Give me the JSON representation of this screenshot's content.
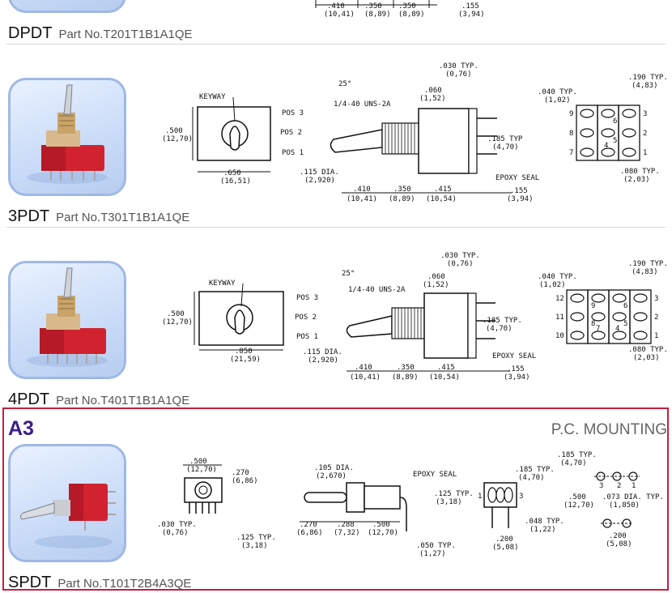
{
  "top_fragment": {
    "dims": [
      ".410",
      "(10,41)",
      ".350",
      "(8,89)",
      ".350",
      "(8,89)",
      ".155",
      "(3,94)"
    ]
  },
  "sections": [
    {
      "model": "DPDT",
      "part_no": "Part No.T201T1B1A1QE"
    },
    {
      "model": "3PDT",
      "part_no": "Part No.T301T1B1A1QE",
      "labels": {
        "keyway": "KEYWAY",
        "angle": "25°",
        "pos3": "POS 3",
        "pos2": "POS 2",
        "pos1": "POS 1",
        "thread": "1/4-40 UNS-2A",
        "epoxy": "EPOXY SEAL",
        "h": ".500",
        "h_mm": "(12,70)",
        "w": ".650",
        "w_mm": "(16,51)",
        "dia": ".115 DIA.",
        "dia_mm": "(2,920)",
        "d410": ".410",
        "d410_mm": "(10,41)",
        "d350": ".350",
        "d350_mm": "(8,89)",
        "d415": ".415",
        "d415_mm": "(10,54)",
        "d155": ".155",
        "d155_mm": "(3,94)",
        "d030": ".030 TYP.",
        "d030_mm": "(0,76)",
        "d060": ".060",
        "d060_mm": "(1,52)",
        "d185": ".185 TYP",
        "d185_mm": "(4,70)",
        "d040": ".040 TYP.",
        "d040_mm": "(1,02)",
        "d190": ".190 TYP.",
        "d190_mm": "(4,83)",
        "d080": ".080 TYP.",
        "d080_mm": "(2,03)",
        "pins_left": [
          "9",
          "8",
          "7"
        ],
        "pins_right": [
          "3",
          "2",
          "1"
        ],
        "pins_mid": [
          "6",
          "5",
          "4"
        ]
      }
    },
    {
      "model": "4PDT",
      "part_no": "Part No.T401T1B1A1QE",
      "labels": {
        "keyway": "KEYWAY",
        "angle": "25°",
        "pos3": "POS 3",
        "pos2": "POS 2",
        "pos1": "POS 1",
        "thread": "1/4-40 UNS-2A",
        "epoxy": "EPOXY SEAL",
        "h": ".500",
        "h_mm": "(12,70)",
        "w": ".850",
        "w_mm": "(21,59)",
        "dia": ".115 DIA.",
        "dia_mm": "(2,920)",
        "d410": ".410",
        "d410_mm": "(10,41)",
        "d350": ".350",
        "d350_mm": "(8,89)",
        "d415": ".415",
        "d415_mm": "(10,54)",
        "d155": ".155",
        "d155_mm": "(3,94)",
        "d030": ".030 TYP.",
        "d030_mm": "(0,76)",
        "d060": ".060",
        "d060_mm": "(1,52)",
        "d185": ".185 TYP.",
        "d185_mm": "(4,70)",
        "d040": ".040 TYP.",
        "d040_mm": "(1,02)",
        "d190": ".190 TYP.",
        "d190_mm": "(4,83)",
        "d080": ".080 TYP.",
        "d080_mm": "(2,03)",
        "pins_left": [
          "12",
          "11",
          "10"
        ],
        "pins_right": [
          "3",
          "2",
          "1"
        ],
        "pins_mid": [
          "9",
          "8",
          "7",
          "6",
          "5",
          "4"
        ]
      }
    },
    {
      "badge": "A3",
      "mounting": "P.C. MOUNTING",
      "model": "SPDT",
      "part_no": "Part No.T101T2B4A3QE",
      "labels": {
        "w500": ".500",
        "w500_mm": "(12,70)",
        "h270": ".270",
        "h270_mm": "(6,86)",
        "d030": ".030 TYP.",
        "d030_mm": "(0,76)",
        "d125": ".125 TYP.",
        "d125_mm": "(3,18)",
        "dia105": ".105 DIA.",
        "dia105_mm": "(2,670)",
        "epoxy": "EPOXY SEAL",
        "s270": ".270",
        "s270_mm": "(6,86)",
        "s288": ".288",
        "s288_mm": "(7,32)",
        "s500": ".500",
        "s500_mm": "(12,70)",
        "s050": ".050 TYP.",
        "s050_mm": "(1,27)",
        "t125": ".125 TYP.",
        "t125_mm": "(3,18)",
        "t185": ".185 TYP.",
        "t185_mm": "(4,70)",
        "t048": ".048 TYP.",
        "t048_mm": "(1,22)",
        "t200": ".200",
        "t200_mm": "(5,08)",
        "p185": ".185 TYP.",
        "p185_mm": "(4,70)",
        "p500": ".500",
        "p500_mm": "(12,70)",
        "p073": ".073 DIA. TYP.",
        "p073_mm": "(1,850)",
        "p200": ".200",
        "p200_mm": "(5,08)",
        "pins": [
          "3",
          "2",
          "1"
        ]
      }
    }
  ],
  "colors": {
    "accent": "#c51f3f",
    "badge": "#3b1e8a",
    "thumb_border": "#9fb8e6",
    "switch_red": "#d0232f"
  }
}
